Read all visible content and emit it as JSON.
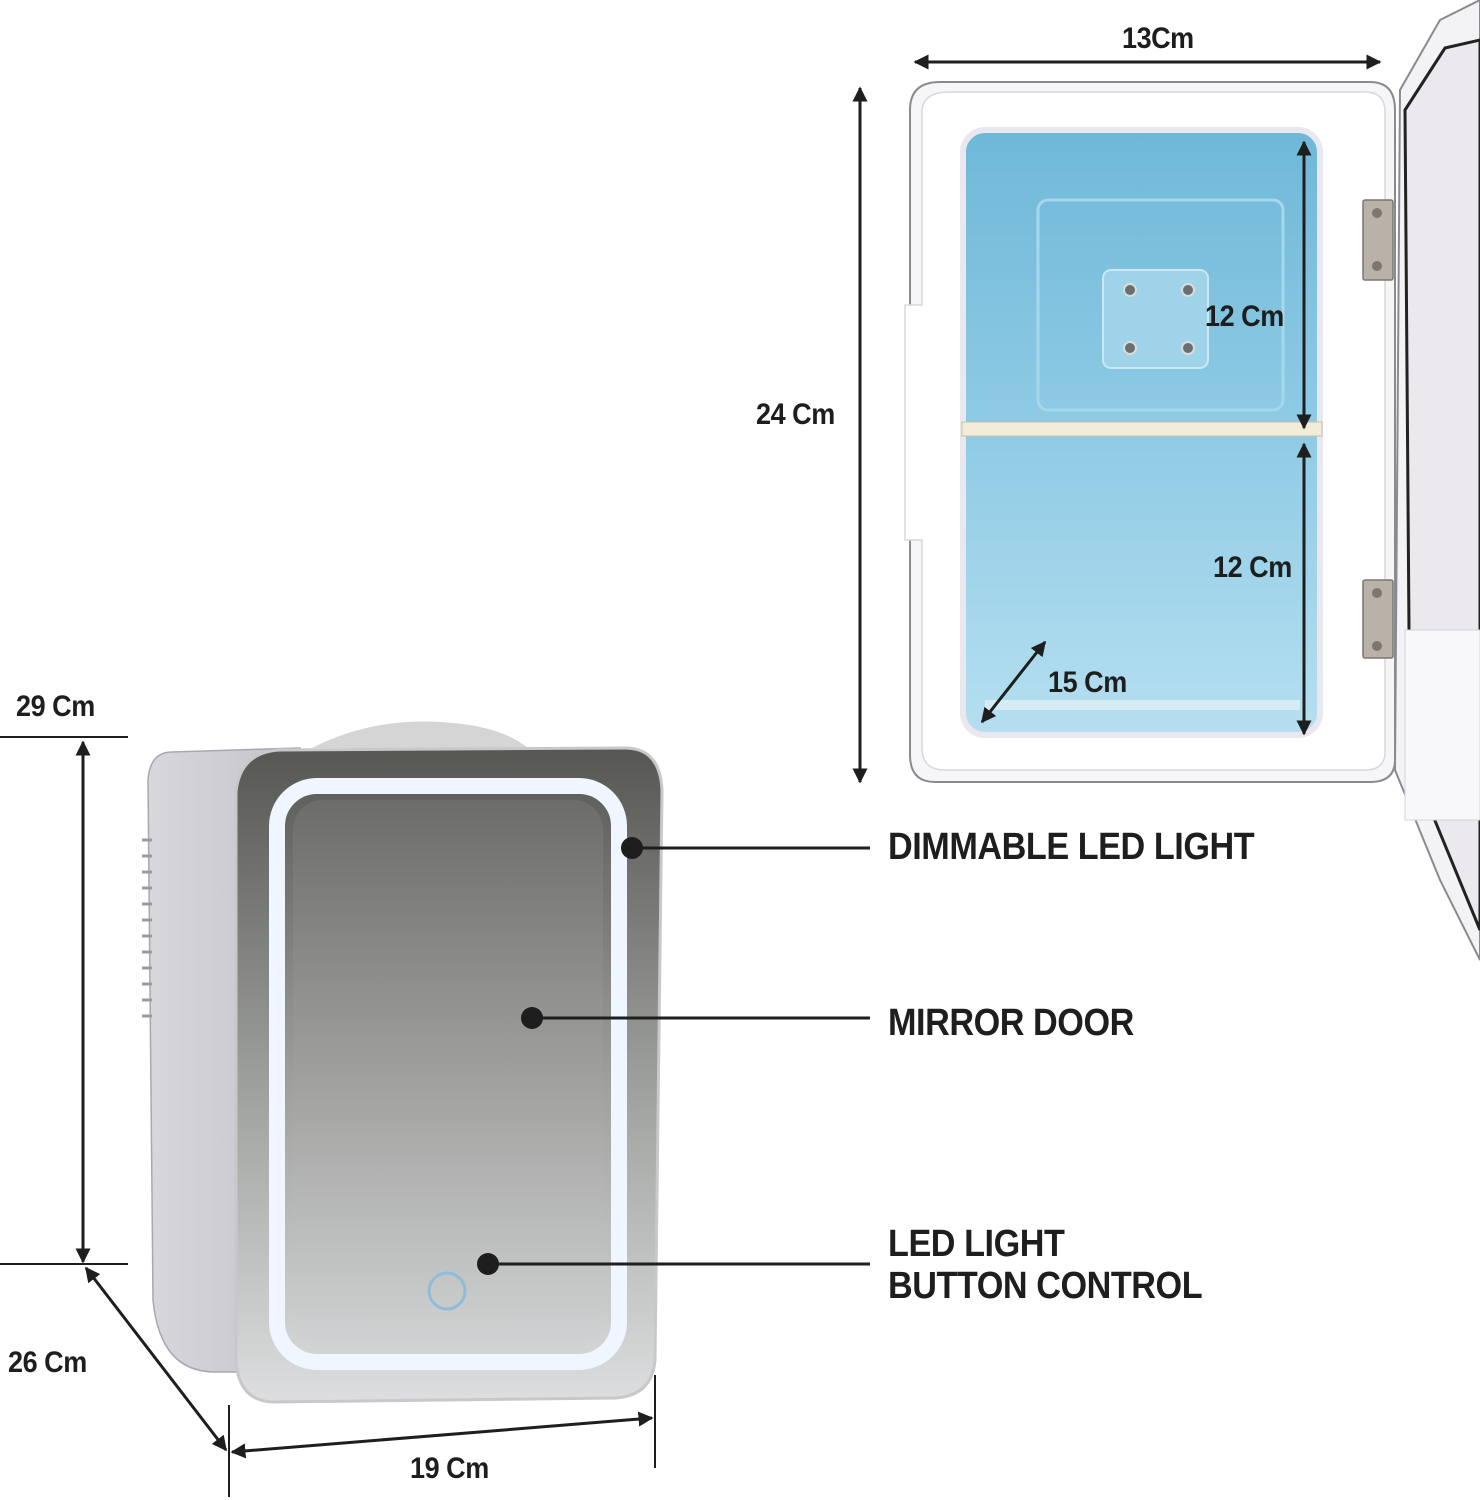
{
  "diagram": {
    "type": "product-dimensions-infographic",
    "subject": "mini fridge with mirror door",
    "open_view": {
      "width_label": "13Cm",
      "height_label": "24 Cm",
      "upper_compartment_label": "12 Cm",
      "lower_compartment_label": "12 Cm",
      "depth_label": "15 Cm"
    },
    "closed_view": {
      "height_label": "29 Cm",
      "depth_label": "26 Cm",
      "width_label": "19 Cm"
    },
    "callouts": [
      {
        "label": "DIMMABLE LED LIGHT"
      },
      {
        "label": "MIRROR DOOR"
      },
      {
        "label_line1": "LED LIGHT",
        "label_line2": "BUTTON CONTROL"
      }
    ],
    "colors": {
      "background": "#ffffff",
      "text": "#1e1e1e",
      "interior_blue": "#8ccde6",
      "body_white": "#f4f3f6",
      "mirror_gray": "#9a9b98",
      "led_glow": "#f0f6ff"
    }
  }
}
